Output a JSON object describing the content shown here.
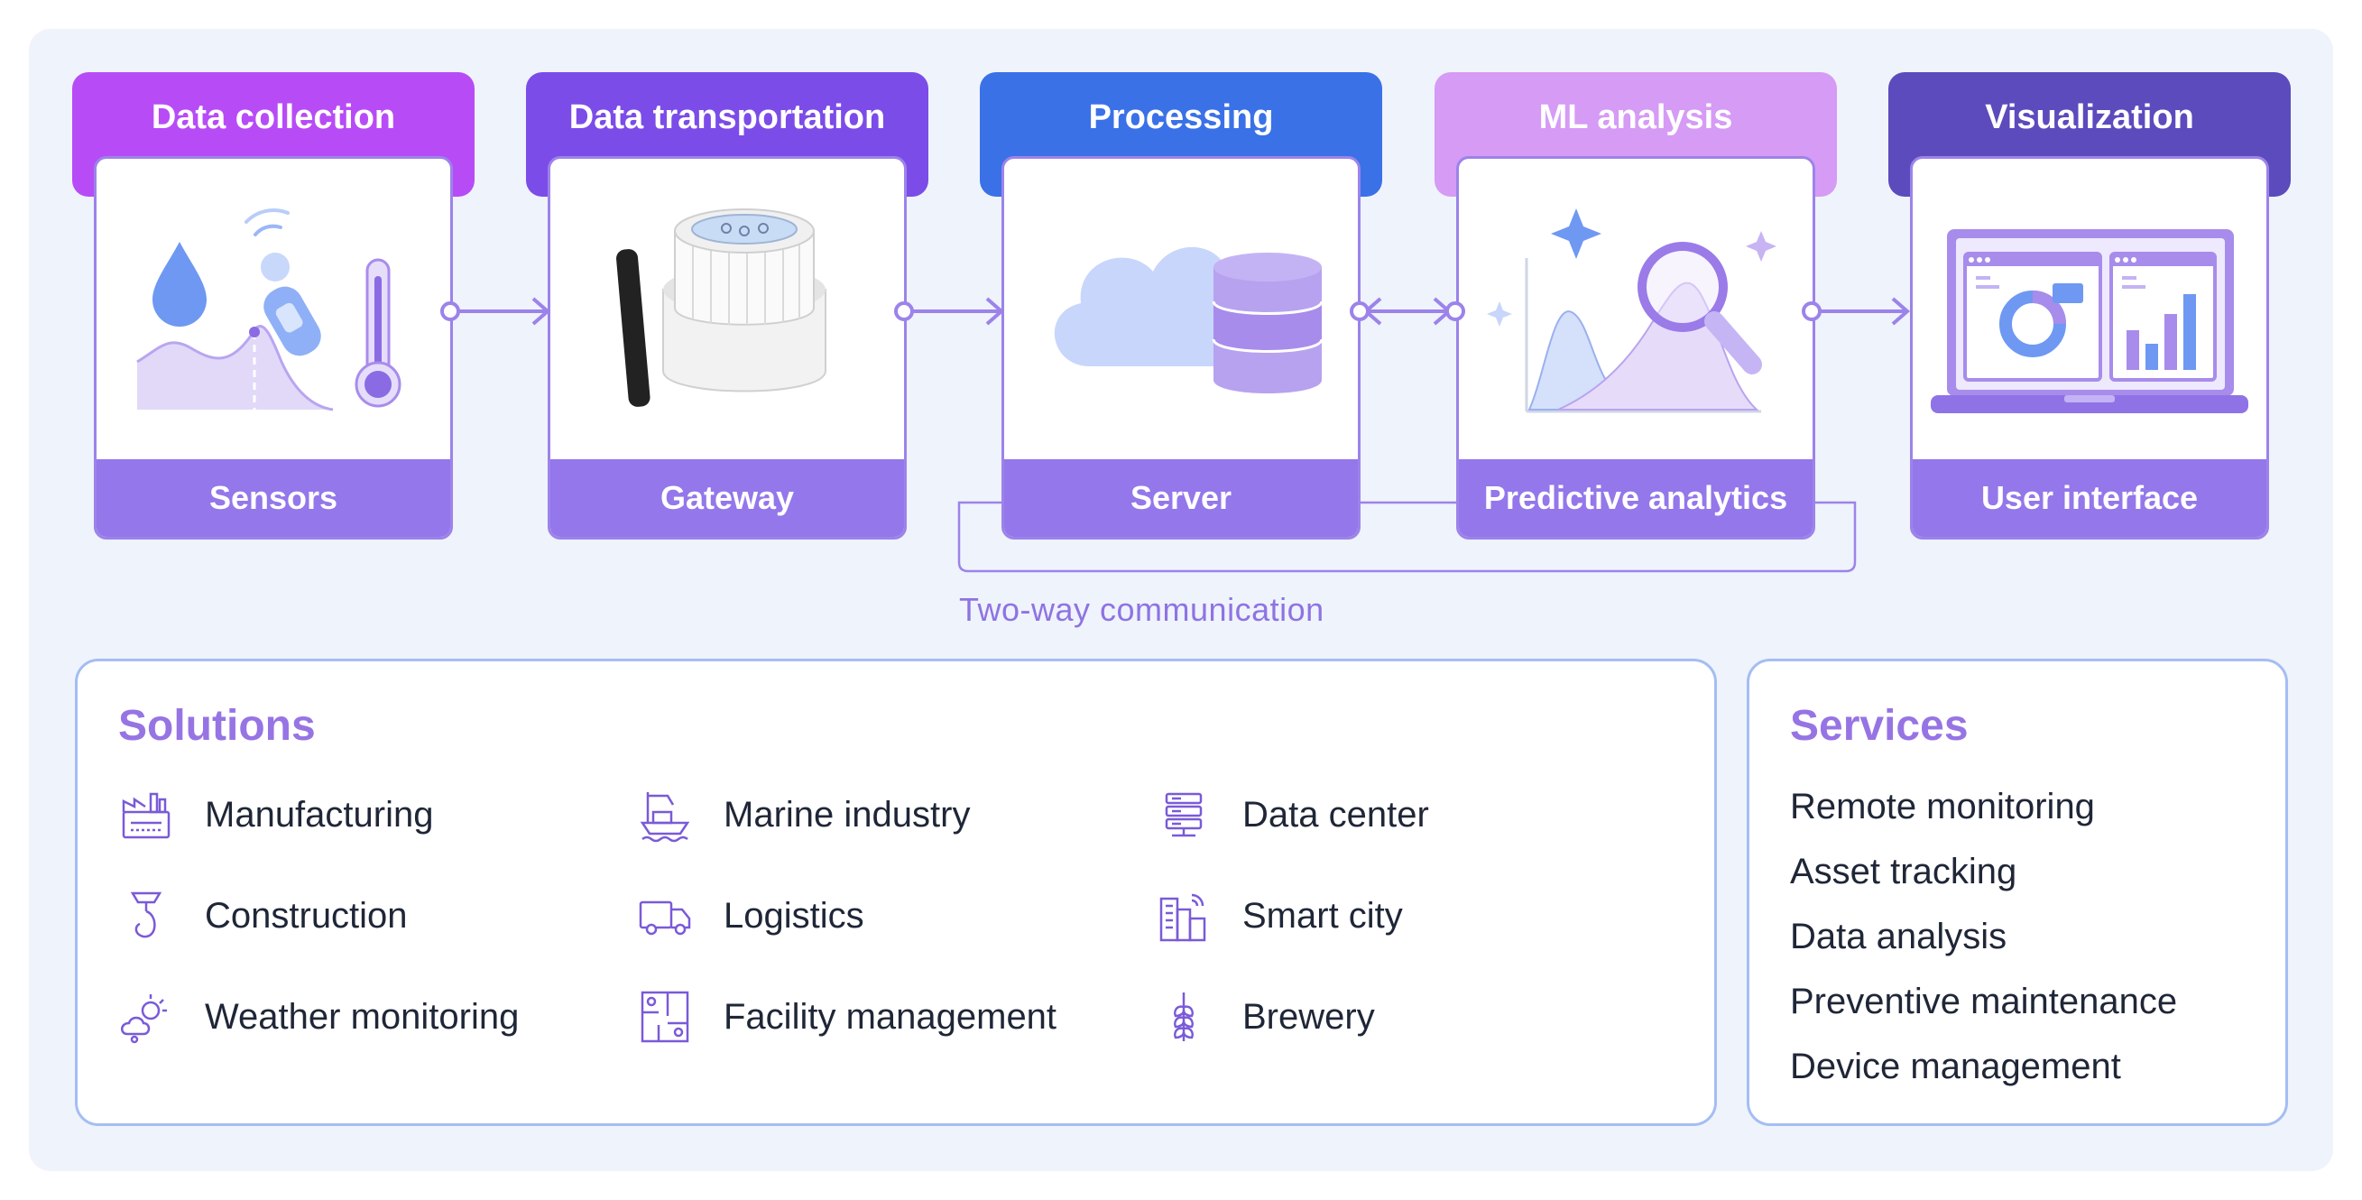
{
  "pipeline": {
    "stages": [
      {
        "title": "Data collection",
        "footer": "Sensors",
        "color": "#b74cf6",
        "icon": "sensors-illustration"
      },
      {
        "title": "Data transportation",
        "footer": "Gateway",
        "color": "#7c4ce8",
        "icon": "gateway-device-illustration"
      },
      {
        "title": "Processing",
        "footer": "Server",
        "color": "#3a71e7",
        "icon": "cloud-server-illustration"
      },
      {
        "title": "ML analysis",
        "footer": "Predictive analytics",
        "color": "#d59bf5",
        "icon": "magnifier-analytics-illustration"
      },
      {
        "title": "Visualization",
        "footer": "User interface",
        "color": "#5b4bbd",
        "icon": "dashboard-laptop-illustration"
      }
    ],
    "two_way_label": "Two-way communication",
    "colors": {
      "footer": "#9477ea",
      "connector": "#9c83ea",
      "background": "#eff3fb"
    }
  },
  "solutions": {
    "title": "Solutions",
    "items": [
      {
        "label": "Manufacturing",
        "icon": "factory-icon"
      },
      {
        "label": "Marine industry",
        "icon": "ship-icon"
      },
      {
        "label": "Data center",
        "icon": "server-rack-icon"
      },
      {
        "label": "Construction",
        "icon": "crane-hook-icon"
      },
      {
        "label": "Logistics",
        "icon": "truck-icon"
      },
      {
        "label": "Smart city",
        "icon": "city-buildings-icon"
      },
      {
        "label": "Weather monitoring",
        "icon": "weather-icon"
      },
      {
        "label": "Facility management",
        "icon": "floor-plan-icon"
      },
      {
        "label": "Brewery",
        "icon": "wheat-icon"
      }
    ]
  },
  "services": {
    "title": "Services",
    "items": [
      "Remote monitoring",
      "Asset tracking",
      "Data analysis",
      "Preventive maintenance",
      "Device management"
    ]
  }
}
